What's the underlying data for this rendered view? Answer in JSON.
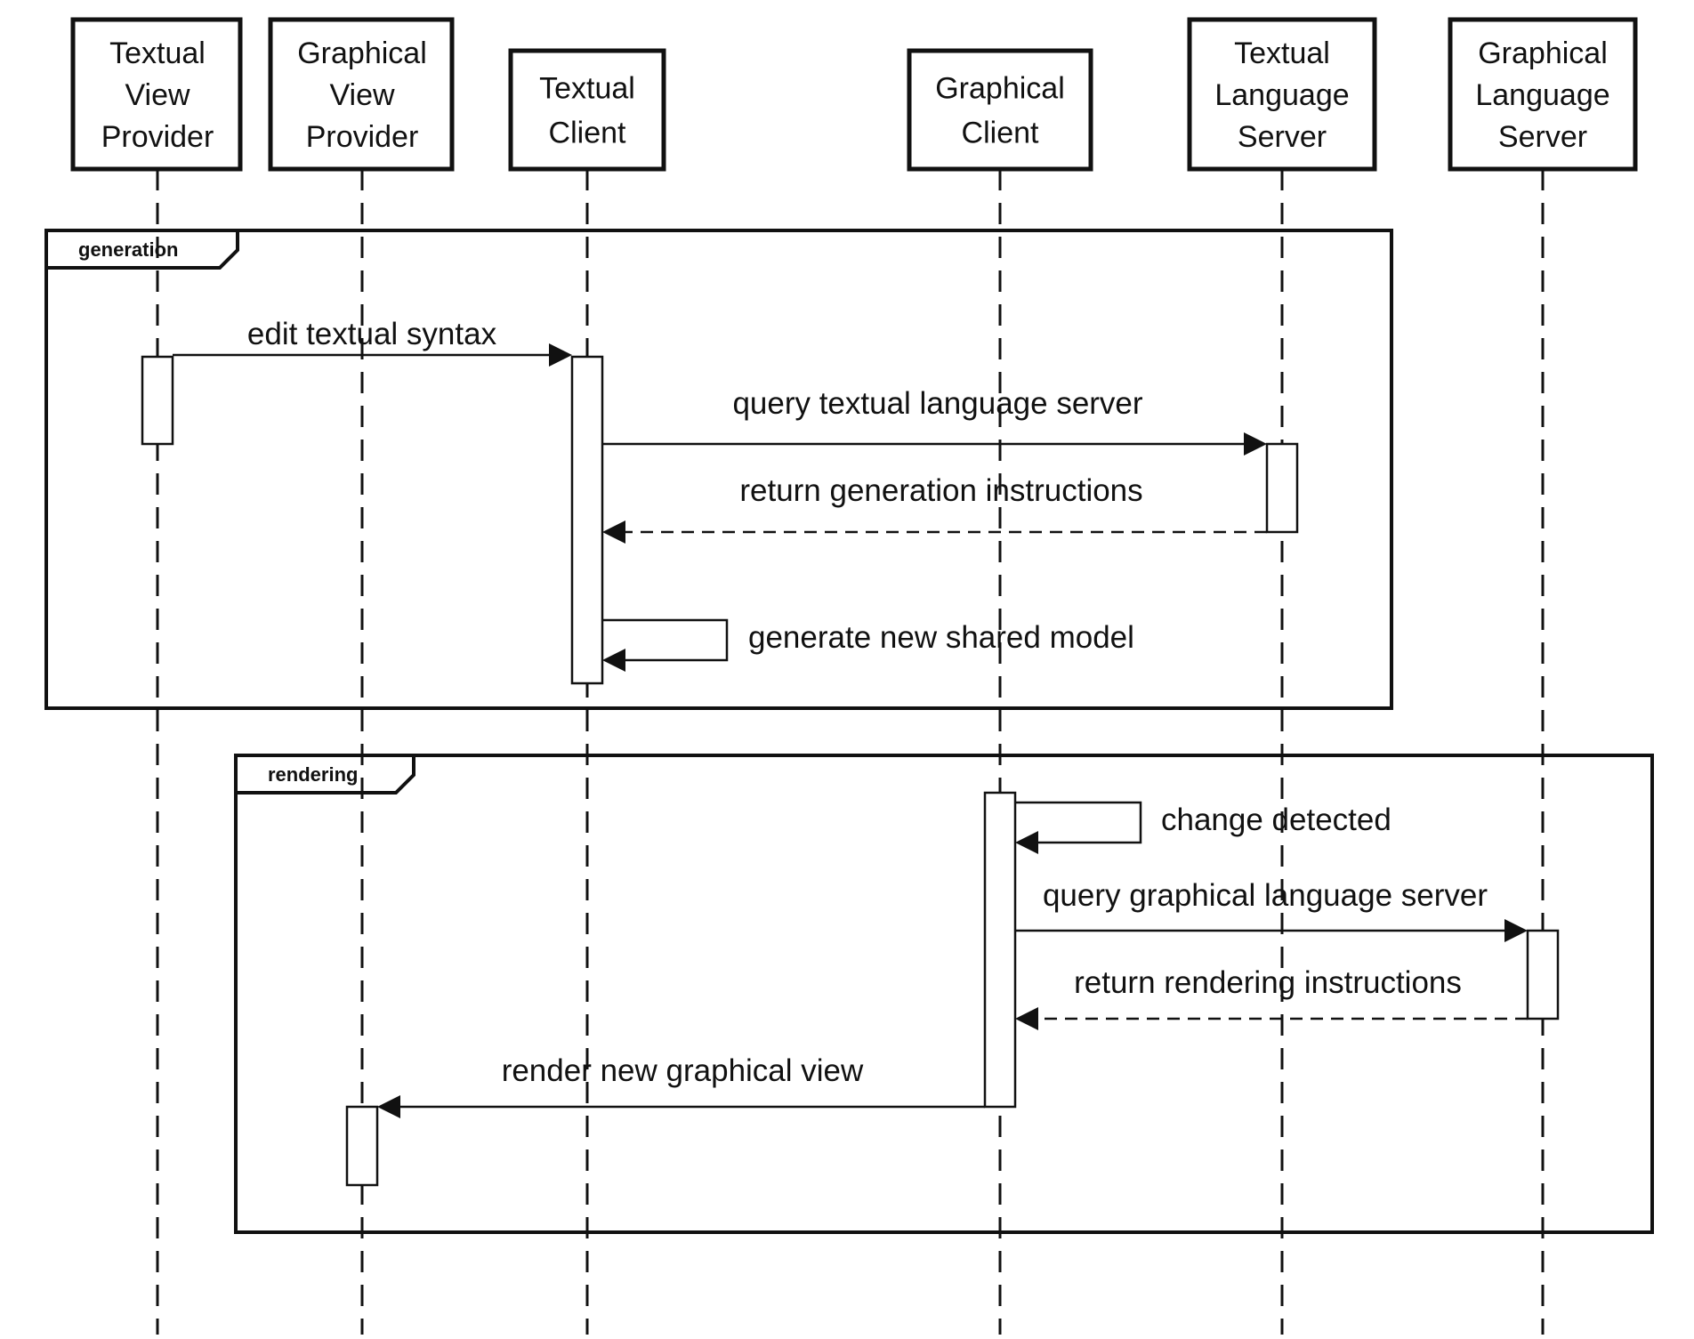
{
  "actors": [
    {
      "id": "tvp",
      "lines": [
        "Textual",
        "View",
        "Provider"
      ]
    },
    {
      "id": "gvp",
      "lines": [
        "Graphical",
        "View",
        "Provider"
      ]
    },
    {
      "id": "tc",
      "lines": [
        "Textual",
        "Client"
      ]
    },
    {
      "id": "gc",
      "lines": [
        "Graphical",
        "Client"
      ]
    },
    {
      "id": "tls",
      "lines": [
        "Textual",
        "Language",
        "Server"
      ]
    },
    {
      "id": "gls",
      "lines": [
        "Graphical",
        "Language",
        "Server"
      ]
    }
  ],
  "frames": [
    {
      "id": "generation",
      "label": "generation"
    },
    {
      "id": "rendering",
      "label": "rendering"
    }
  ],
  "messages": [
    {
      "id": "m1",
      "label": "edit textual syntax",
      "from": "tvp",
      "to": "tc",
      "kind": "sync"
    },
    {
      "id": "m2",
      "label": "query textual language server",
      "from": "tc",
      "to": "tls",
      "kind": "sync"
    },
    {
      "id": "m3",
      "label": "return generation instructions",
      "from": "tls",
      "to": "tc",
      "kind": "return"
    },
    {
      "id": "m4",
      "label": "generate new shared model",
      "from": "tc",
      "to": "tc",
      "kind": "self"
    },
    {
      "id": "m5",
      "label": "change detected",
      "from": "gc",
      "to": "gc",
      "kind": "self"
    },
    {
      "id": "m6",
      "label": "query graphical language server",
      "from": "gc",
      "to": "gls",
      "kind": "sync"
    },
    {
      "id": "m7",
      "label": "return rendering instructions",
      "from": "gls",
      "to": "gc",
      "kind": "return"
    },
    {
      "id": "m8",
      "label": "render new graphical view",
      "from": "gc",
      "to": "gvp",
      "kind": "sync"
    }
  ]
}
